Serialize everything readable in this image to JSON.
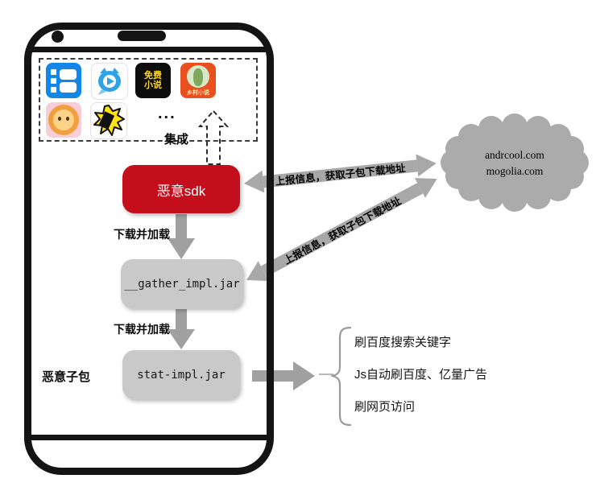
{
  "diagram": {
    "app_tray": {
      "ellipsis": "...",
      "icons": {
        "free_novel": {
          "line1": "免费",
          "line2": "小说"
        },
        "rural_novel": {
          "banner": "乡村小说"
        }
      }
    },
    "labels": {
      "integrate": "集成",
      "download_and_load_1": "下载并加载",
      "download_and_load_2": "下载并加载",
      "malicious_subpackage": "恶意子包"
    },
    "nodes": {
      "sdk": {
        "label": "恶意sdk"
      },
      "gather": {
        "label": "__gather_impl.jar"
      },
      "stat": {
        "label": "stat-impl.jar"
      }
    },
    "cloud": {
      "domain_1": "andrcool.com",
      "domain_2": "mogolia.com"
    },
    "arrows": {
      "sdk_cloud_label": "上报信息，获取子包下载地址",
      "gather_cloud_label": "上报信息，获取子包下载地址"
    },
    "payload_actions": {
      "0": "刷百度搜索关键字",
      "1": "Js自动刷百度、亿量广告",
      "2": "刷网页访问"
    },
    "colors": {
      "malicious_red": "#C40E1C",
      "node_gray": "#C9C9C9",
      "arrow_gray": "#A8A8A8",
      "cloud_gray": "#ABABAB",
      "phone_black": "#141414"
    }
  }
}
